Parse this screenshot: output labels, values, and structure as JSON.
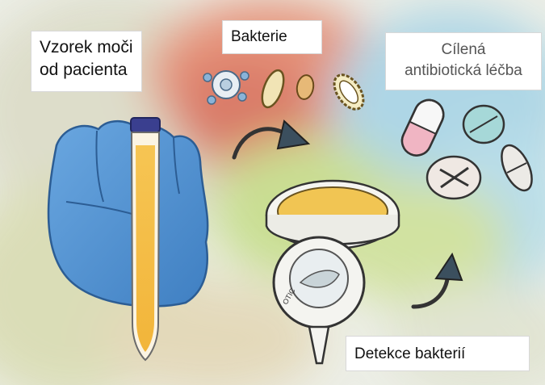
{
  "labels": {
    "sample": [
      "Vzorek moči",
      "od pacienta"
    ],
    "bacteria": "Bakterie",
    "therapy": [
      "Cílená",
      "antibiotická léčba"
    ],
    "detection": "Detekce bakterií"
  },
  "device_marking": "OTIC",
  "icons": [
    "gloved-hand-icon",
    "urine-tube-icon",
    "bacteria-icon",
    "curved-arrow-icon",
    "petri-dish-icon",
    "detector-device-icon",
    "pill-icon"
  ],
  "colors": {
    "glove": "#4f8fd0",
    "urine": "#f2b53a",
    "tube_cap": "#3a3f8f",
    "pill_pink": "#f0b5c3",
    "pill_teal": "#a6d8d8",
    "wash_red": "#e0705a",
    "wash_blue": "#9fd0e6",
    "wash_green": "#c2dc86"
  }
}
